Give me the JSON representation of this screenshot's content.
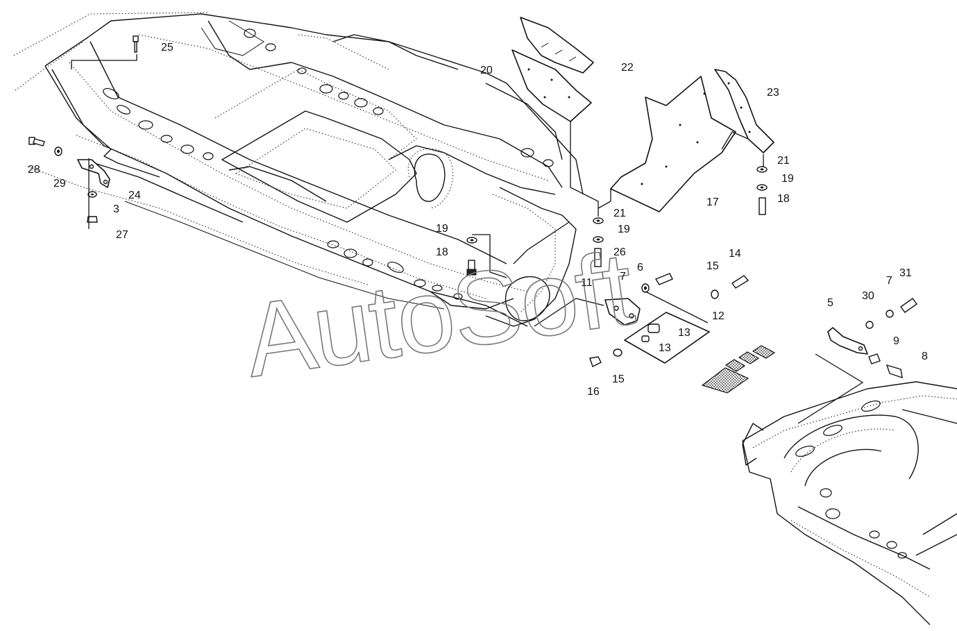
{
  "watermark": "AutoSoft",
  "callouts": {
    "c3": "3",
    "c5": "5",
    "c6": "6",
    "c7a": "7",
    "c7b": "7",
    "c8": "8",
    "c9": "9",
    "c11": "11",
    "c12": "12",
    "c13a": "13",
    "c13b": "13",
    "c14": "14",
    "c15a": "15",
    "c15b": "15",
    "c16": "16",
    "c17": "17",
    "c18a": "18",
    "c18b": "18",
    "c19a": "19",
    "c19b": "19",
    "c19c": "19",
    "c20": "20",
    "c21a": "21",
    "c21b": "21",
    "c22": "22",
    "c23": "23",
    "c24": "24",
    "c25": "25",
    "c26": "26",
    "c27": "27",
    "c28": "28",
    "c29": "29",
    "c30": "30",
    "c31": "31"
  },
  "colors": {
    "line": "#111111",
    "watermark": "#777777",
    "background": "#ffffff"
  }
}
